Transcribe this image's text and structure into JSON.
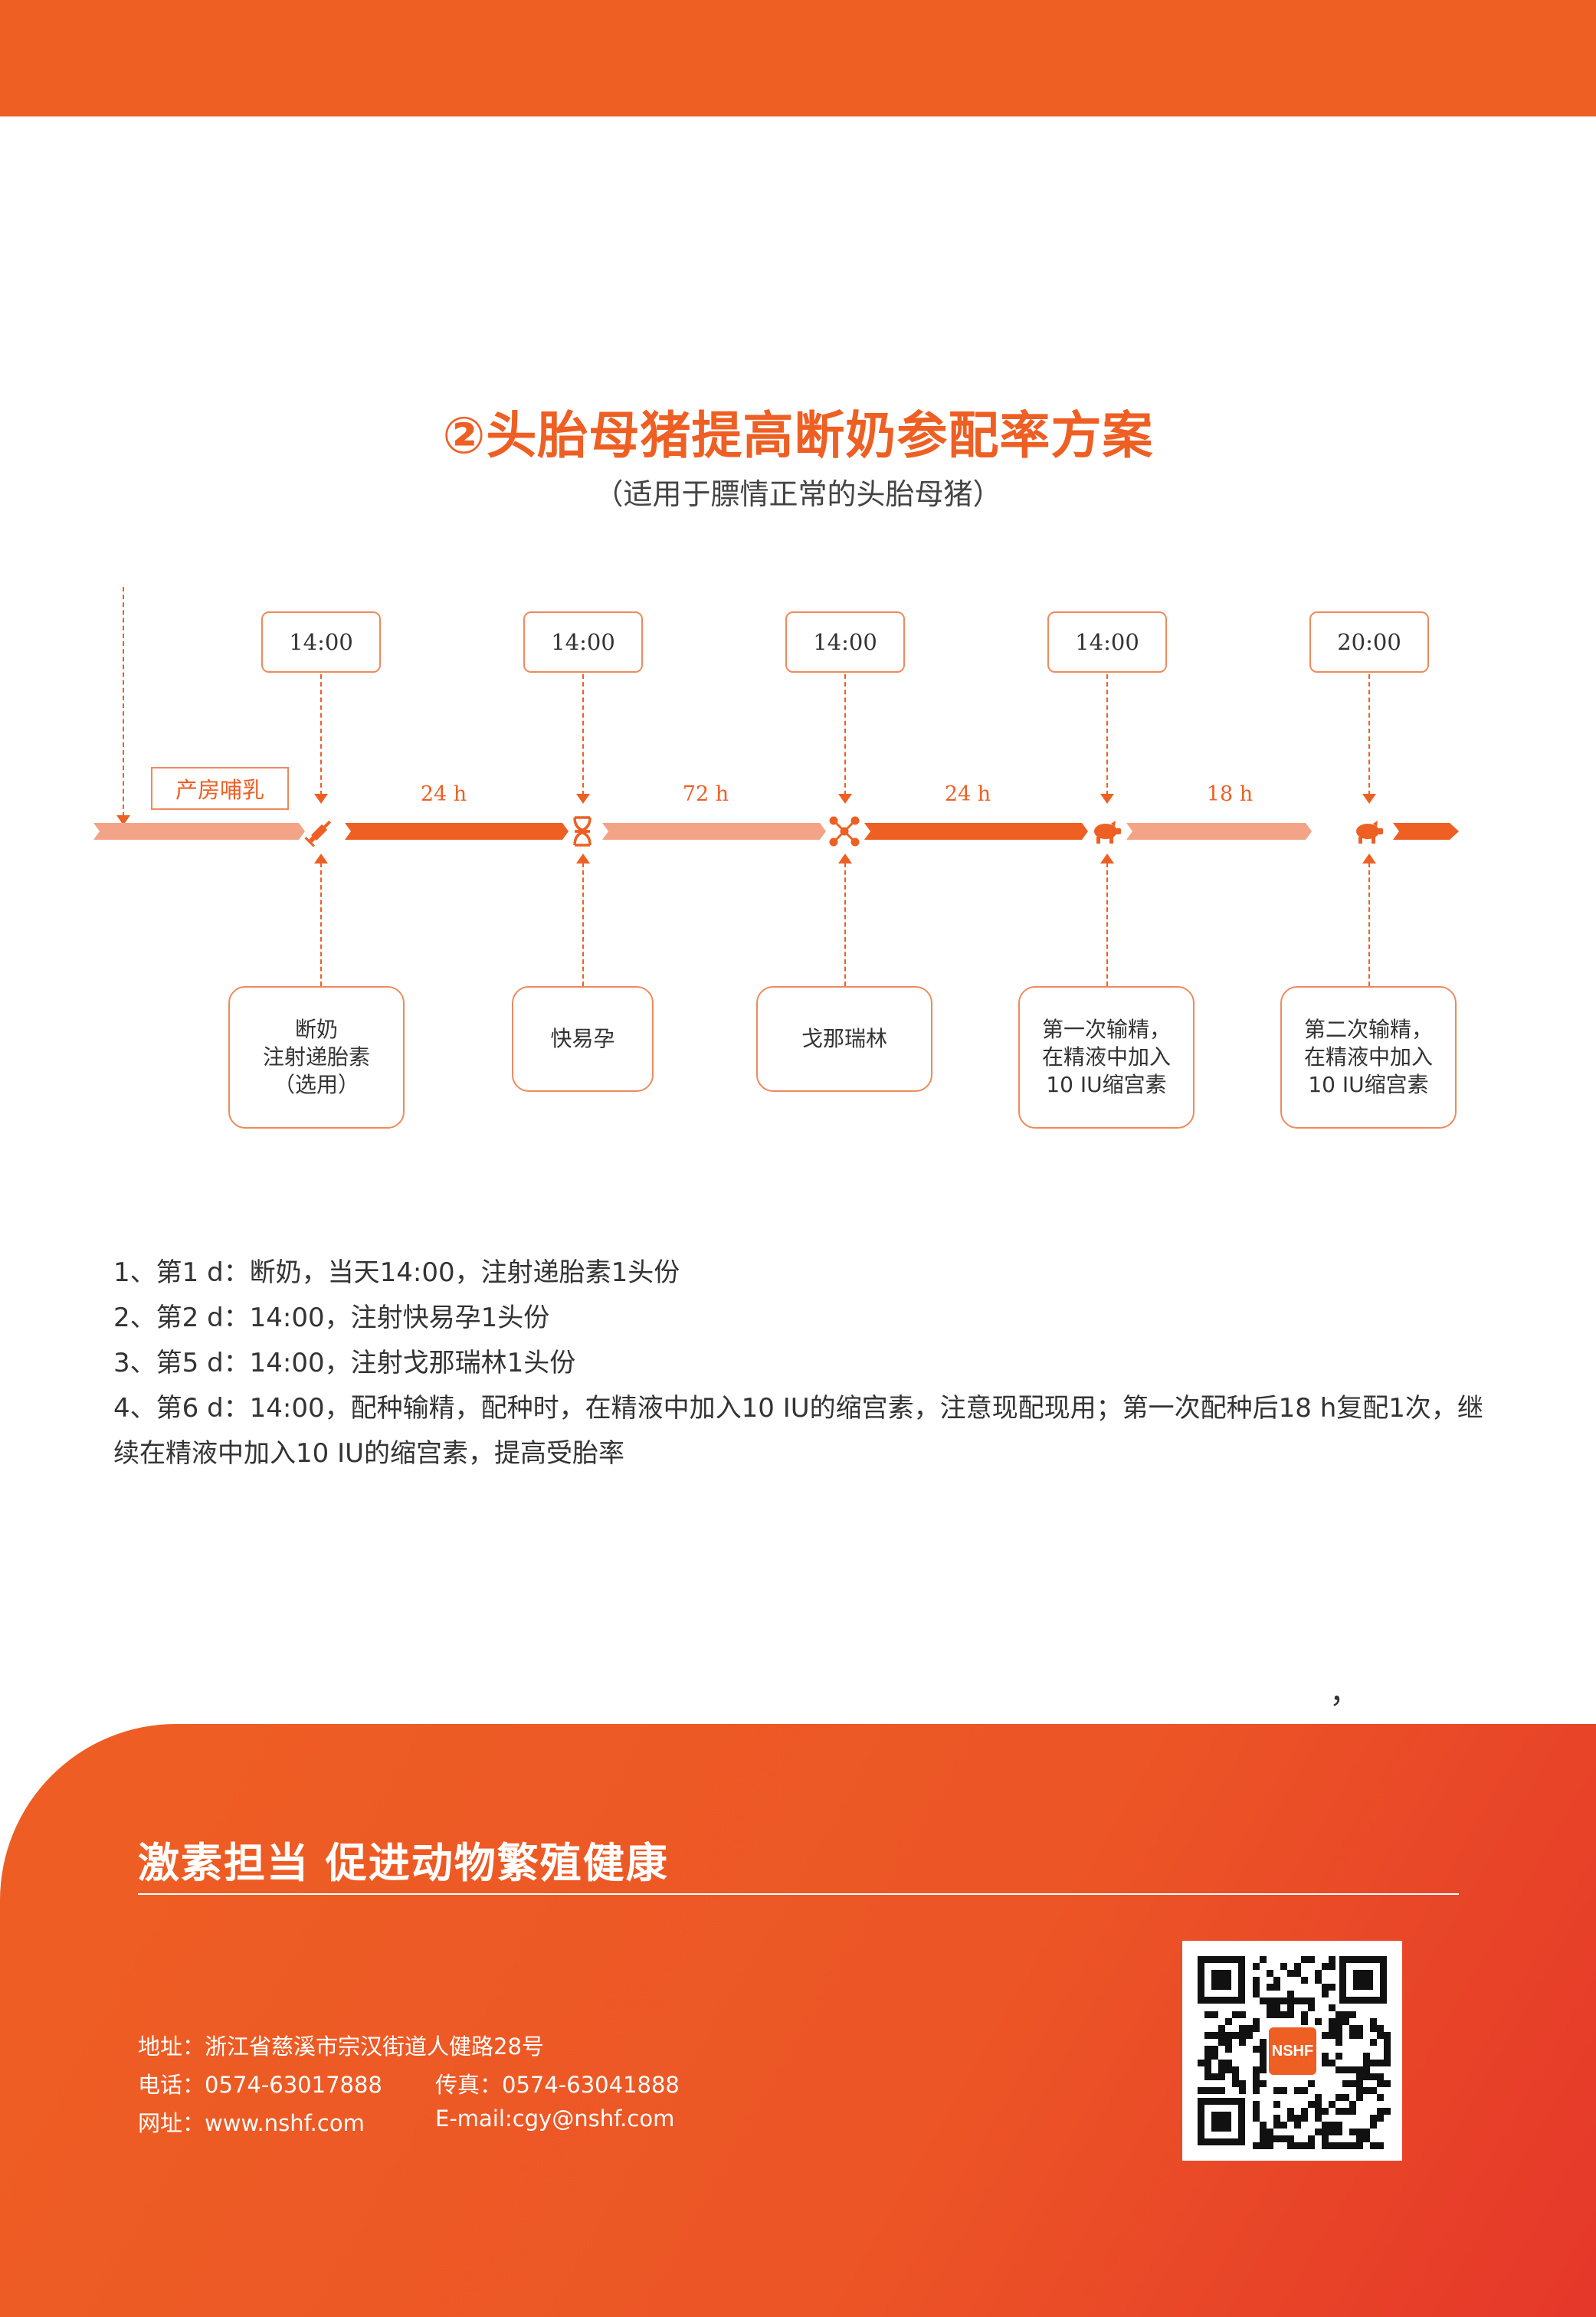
{
  "title": "②头胎母猪提高断奶参配率方案",
  "subtitle": "（适用于膘情正常的头胎母猪）",
  "colors": {
    "brand": "#ee5f24",
    "light_segment": "#f3a486",
    "footer_end": "#e5372a"
  },
  "timeline": {
    "lactation_label": "产房哺乳",
    "times": [
      "14:00",
      "14:00",
      "14:00",
      "14:00",
      "20:00"
    ],
    "durations": [
      "24 h",
      "72 h",
      "24 h",
      "18 h"
    ],
    "icons": [
      "syringe-icon",
      "dna-icon",
      "molecule-icon",
      "pig-icon",
      "pig-icon"
    ],
    "steps": [
      {
        "line1": "断奶",
        "line2": "注射递胎素",
        "line3": "（选用）"
      },
      {
        "line1": "快易孕",
        "line2": "",
        "line3": ""
      },
      {
        "line1": "戈那瑞林",
        "line2": "",
        "line3": ""
      },
      {
        "line1": "第一次输精，",
        "line2": "在精液中加入",
        "line3": "10 IU缩宫素"
      },
      {
        "line1": "第二次输精，",
        "line2": "在精液中加入",
        "line3": "10 IU缩宫素"
      }
    ]
  },
  "notes": [
    "1、第1 d：断奶，当天14:00，注射递胎素1头份",
    "2、第2 d：14:00，注射快易孕1头份",
    "3、第5 d：14:00，注射戈那瑞林1头份",
    "4、第6 d：14:00，配种输精，配种时，在精液中加入10 IU的缩宫素，注意现配现用；第一次配种后18 h复配1次，继续在精液中加入10 IU的缩宫素，提高受胎率"
  ],
  "stray_mark": "，",
  "footer": {
    "slogan": "激素担当  促进动物繁殖健康",
    "address": "地址：浙江省慈溪市宗汉街道人健路28号",
    "phone": "电话：0574-63017888",
    "fax": "传真：0574-63041888",
    "website": "网址：www.nshf.com",
    "email": "E-mail:cgy@nshf.com",
    "qr_logo": "NSHF"
  }
}
